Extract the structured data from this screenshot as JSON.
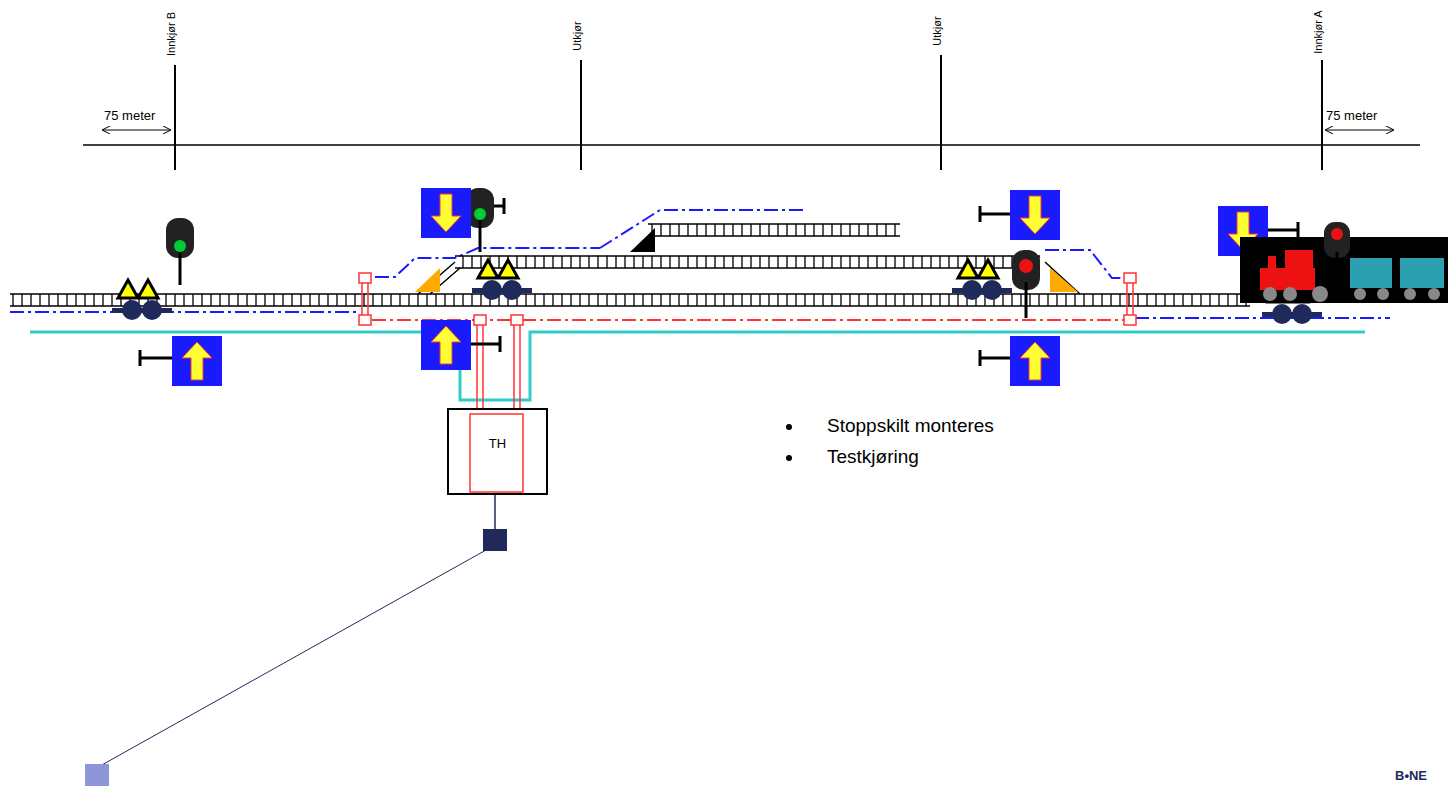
{
  "diagram": {
    "nodes": [
      {
        "text": [
          "TH"
        ]
      }
    ],
    "labels": [
      "Innkjør B",
      "Utkjør",
      "Utkjør",
      "Innkjør A",
      "75 meter",
      "75 meter",
      "Stoppskilt monteres",
      "Testkjøring",
      "B•NE"
    ]
  }
}
